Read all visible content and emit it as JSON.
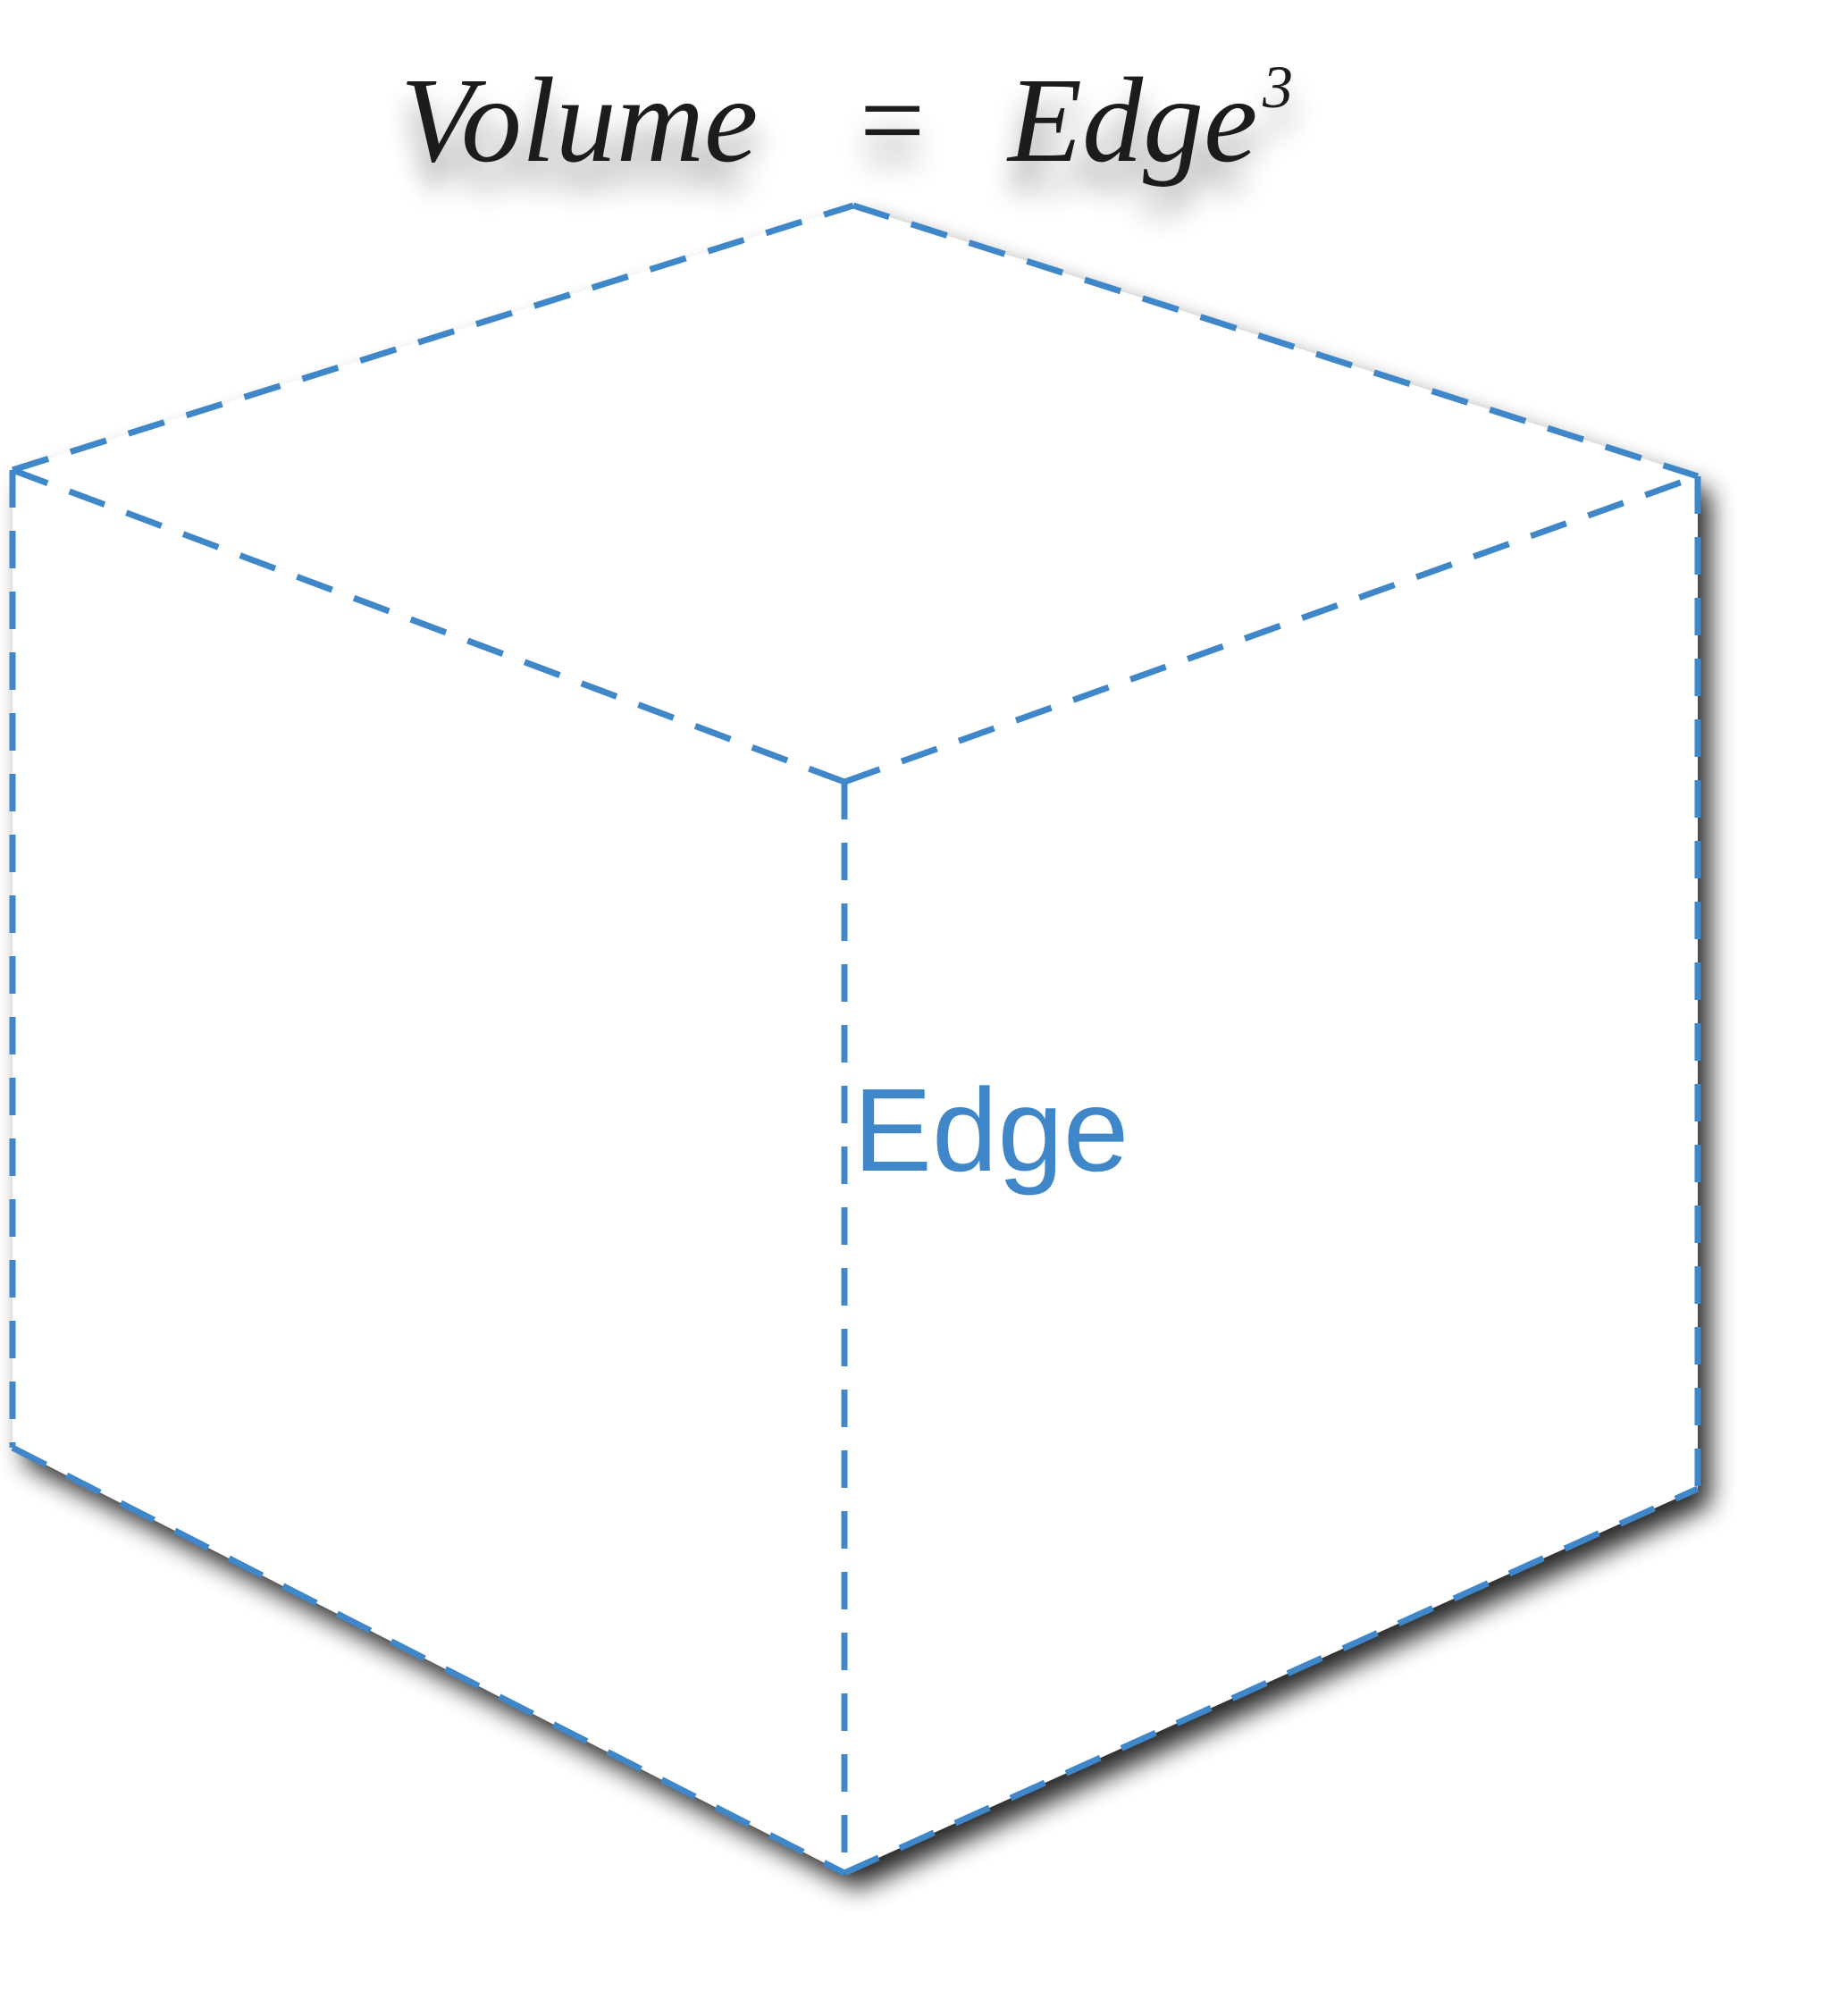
{
  "formula": {
    "left_term": "Volume",
    "operator": "=",
    "right_term": "Edge",
    "exponent": "3"
  },
  "edge_label": "Edge",
  "colors": {
    "edge_stroke": "#3f87c8",
    "label_text": "#3f87c8",
    "formula_text": "#1a1a1a",
    "background": "#ffffff",
    "shadow": "#000000"
  }
}
